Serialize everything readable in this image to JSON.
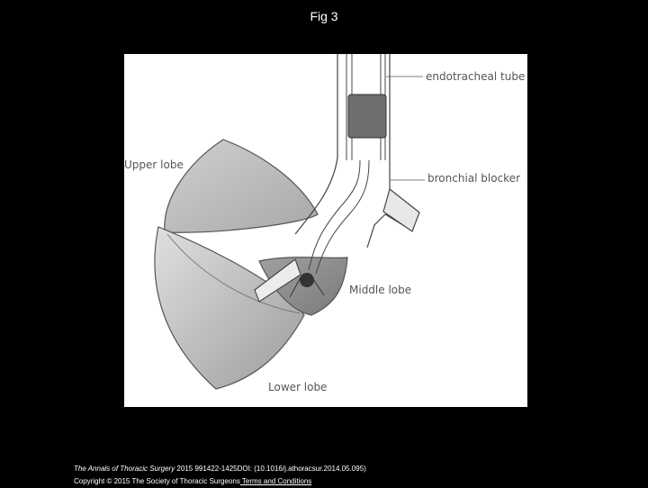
{
  "slide": {
    "title": "Fig 3"
  },
  "figure": {
    "labels": {
      "endotracheal_tube": "endotracheal tube",
      "bronchial_blocker": "bronchial blocker",
      "upper_lobe": "Upper lobe",
      "middle_lobe": "Middle lobe",
      "lower_lobe": "Lower lobe"
    }
  },
  "citation": {
    "journal": "The Annals of Thoracic Surgery",
    "details": " 2015 991422-1425DOI: (10.1016/j.athoracsur.2014.05.095)",
    "copyright": "Copyright © 2015 The Society of Thoracic Surgeons",
    "link_text": " Terms and Conditions"
  },
  "colors": {
    "background": "#000000",
    "panel": "#ffffff",
    "lobe_fill": "#b4b4b4",
    "middle_lobe_fill": "#8c8c8c",
    "cuff_fill": "#6e6e6e"
  }
}
